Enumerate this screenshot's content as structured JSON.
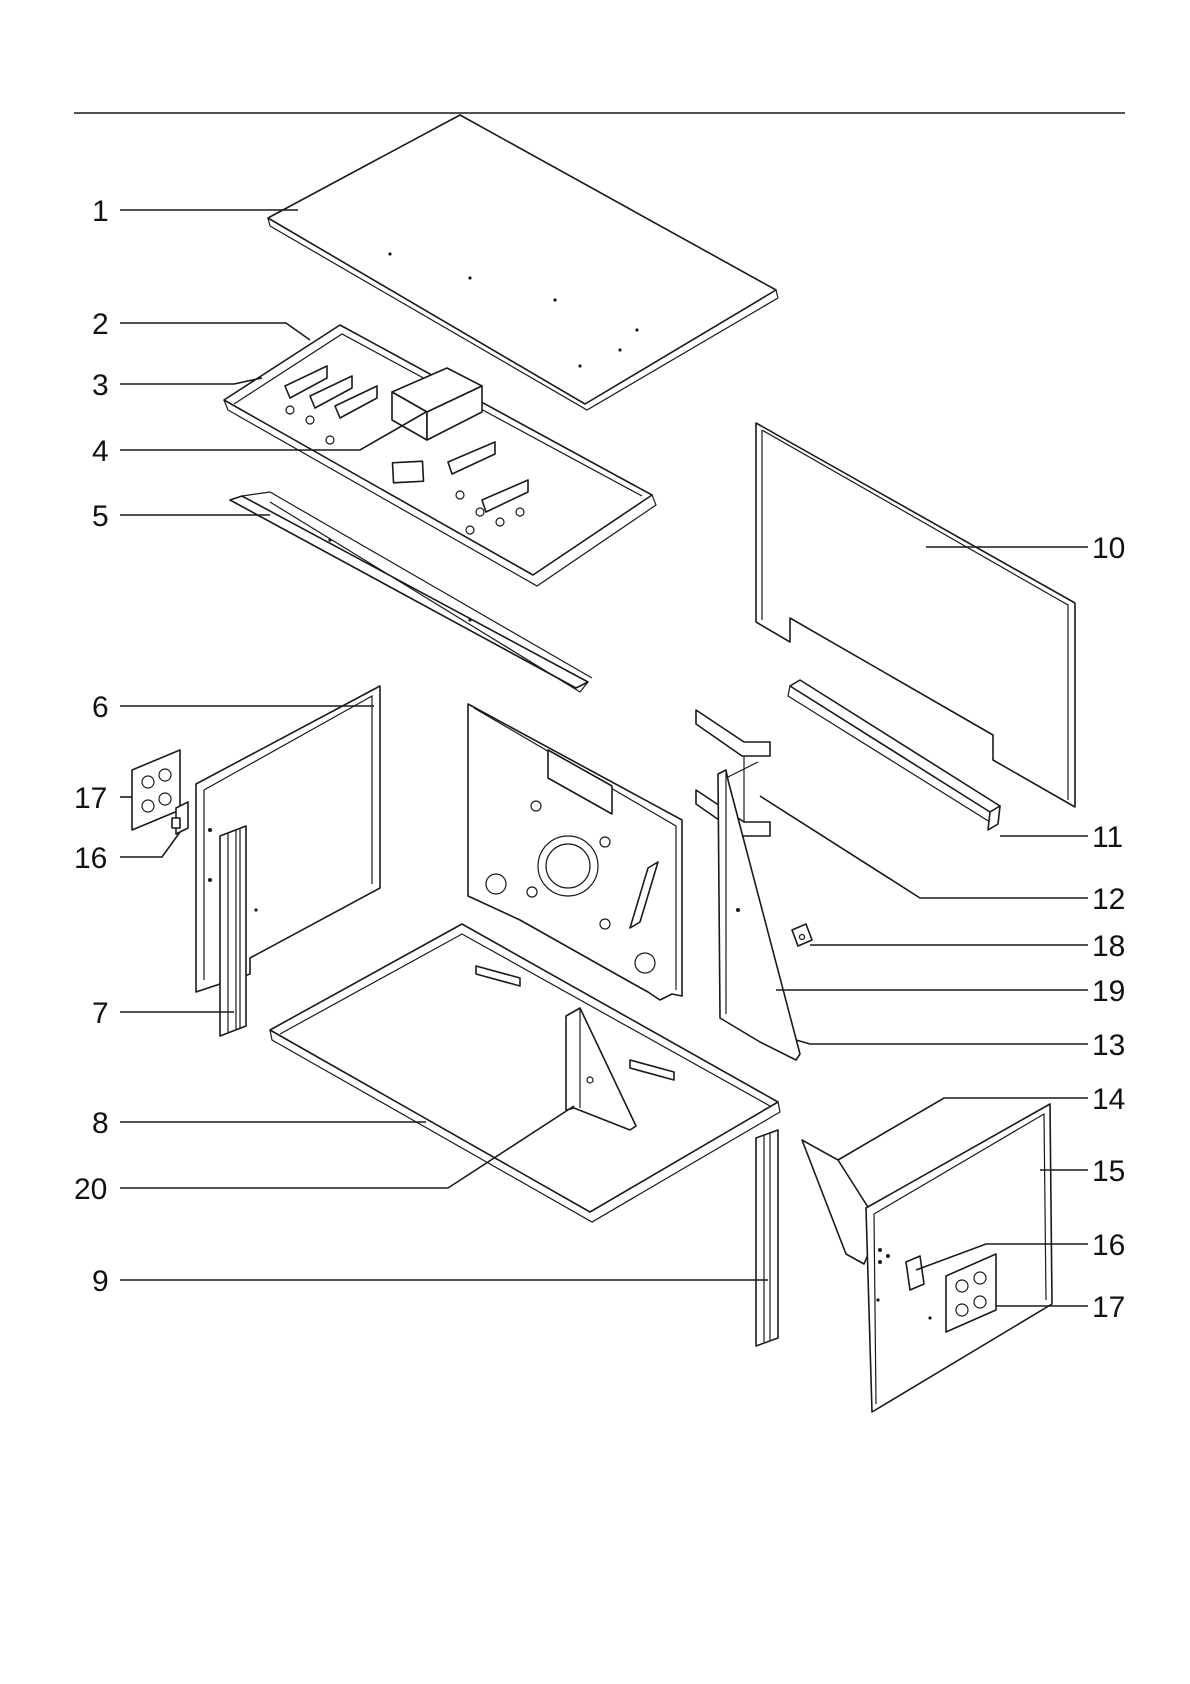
{
  "diagram": {
    "labels": {
      "p1": "1",
      "p2": "2",
      "p3": "3",
      "p4": "4",
      "p5": "5",
      "p6": "6",
      "p7": "7",
      "p8": "8",
      "p9": "9",
      "p10": "10",
      "p11": "11",
      "p12": "12",
      "p13": "13",
      "p14": "14",
      "p15": "15",
      "p16_left": "16",
      "p16_right": "16",
      "p17_left": "17",
      "p17_right": "17",
      "p18": "18",
      "p19": "19",
      "p20": "20"
    }
  }
}
